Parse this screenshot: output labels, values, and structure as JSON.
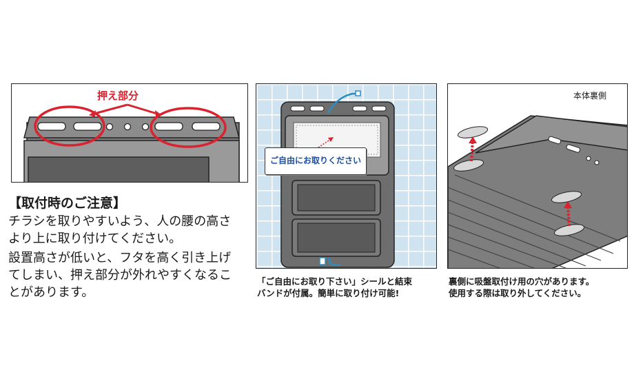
{
  "panel1": {
    "callout_label": "押え部分"
  },
  "notice": {
    "heading": "【取付時のご注意】",
    "lines1": [
      "チラシを取りやすいよう、人の腰の高さ",
      "より上に取り付けてください。"
    ],
    "lines2": [
      "設置高さが低いと、フタを高く引き上げ",
      "てしまい、押え部分が外れやすくなるこ",
      "とがあります。"
    ]
  },
  "panel2": {
    "sticker_text": "ご自由にお取りください",
    "caption": [
      "「ご自由にお取り下さい」シールと結束",
      "バンドが付属。簡単に取り付け可能!"
    ]
  },
  "panel3": {
    "label": "本体裏側",
    "caption": [
      "裏側に吸盤取付け用の穴があります。",
      "使用する際は取り外してください。"
    ]
  },
  "colors": {
    "accent_red": "#d9232e",
    "sticker_blue": "#1d4fa0",
    "tile_blue": "#cfe3f0",
    "body_gray": "#6e6e6e"
  }
}
